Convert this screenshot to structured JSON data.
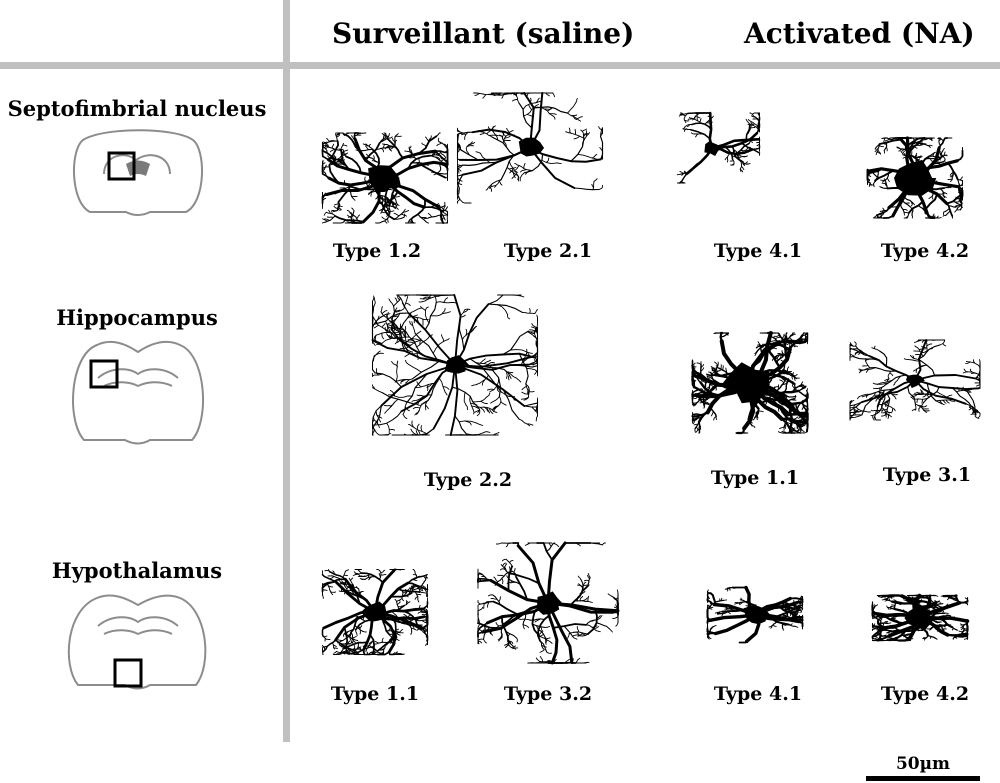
{
  "headers": {
    "surveillant": "Surveillant (saline)",
    "activated": "Activated (NA)"
  },
  "regions": [
    {
      "name": "Septofimbrial nucleus",
      "cells": [
        {
          "type": "Type 1.2"
        },
        {
          "type": "Type 2.1"
        },
        {
          "type": "Type 4.1"
        },
        {
          "type": "Type 4.2"
        }
      ]
    },
    {
      "name": "Hippocampus",
      "cells": [
        {
          "type": "Type 2.2"
        },
        {
          "type": "Type 1.1"
        },
        {
          "type": "Type 3.1"
        }
      ]
    },
    {
      "name": "Hypothalamus",
      "cells": [
        {
          "type": "Type 1.1"
        },
        {
          "type": "Type 3.2"
        },
        {
          "type": "Type 4.1"
        },
        {
          "type": "Type 4.2"
        }
      ]
    }
  ],
  "scale_bar": {
    "label": "50µm"
  },
  "colors": {
    "grid": "#c0c0c0",
    "outline": "#8c8c8c",
    "ink": "#000000"
  }
}
